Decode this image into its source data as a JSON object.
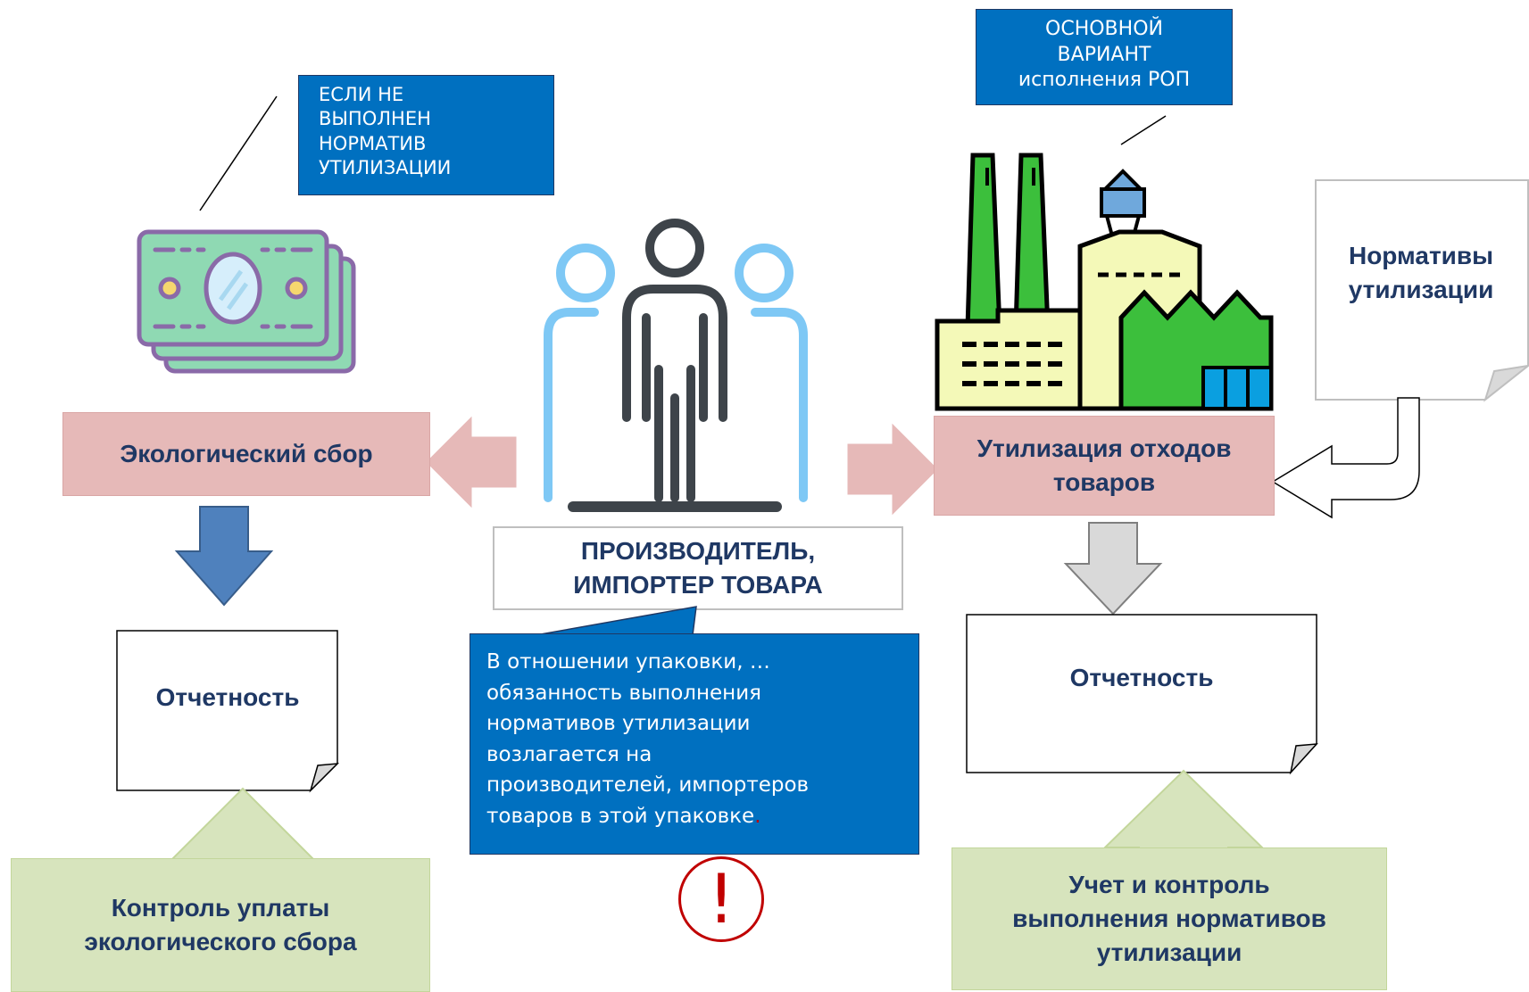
{
  "callouts": {
    "left_lines": [
      "ЕСЛИ НЕ",
      "ВЫПОЛНЕН",
      "НОРМАТИВ",
      "УТИЛИЗАЦИИ"
    ],
    "right_lines": [
      "ОСНОВНОЙ",
      "ВАРИАНТ",
      "исполнения РОП"
    ],
    "center_lines": [
      "В отношении упаковки, …",
      "обязанность выполнения",
      "нормативов утилизации",
      "возлагается на",
      "производителей, импортеров",
      "товаров в этой упаковке"
    ],
    "center_trailing_dot": "."
  },
  "boxes": {
    "eco_fee": "Экологический сбор",
    "recycling_lines": [
      "Утилизация отходов",
      "товаров"
    ],
    "producer_lines": [
      "ПРОИЗВОДИТЕЛЬ,",
      "ИМПОРТЕР ТОВАРА"
    ],
    "norms_lines": [
      "Нормативы",
      "утилизации"
    ],
    "report_left": "Отчетность",
    "report_right": "Отчетность",
    "control_left_lines": [
      "Контроль уплаты",
      "экологического сбора"
    ],
    "control_right_lines": [
      "Учет и контроль",
      "выполнения нормативов",
      "утилизации"
    ]
  },
  "alert_symbol": "!",
  "icons": [
    "money-stack-icon",
    "people-group-icon",
    "factory-icon",
    "exclamation-icon"
  ],
  "colors": {
    "callout_blue": "#0070c0",
    "pink": "#e6b9b8",
    "green": "#d7e4bd",
    "navy_text": "#1f3864",
    "arrow_blue": "#4f81bd",
    "arrow_gray": "#d9d9d9",
    "alert_red": "#c00000"
  }
}
